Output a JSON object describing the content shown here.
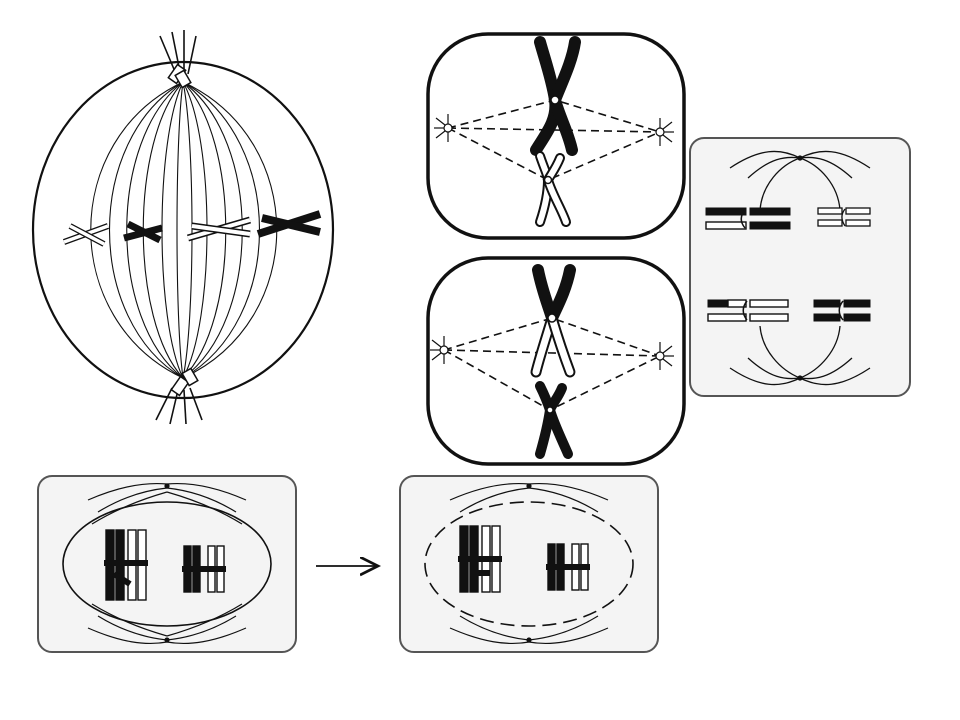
{
  "figure": {
    "panels": [
      {
        "id": "metaphase-spindle",
        "chromosome_count": 4
      },
      {
        "id": "metaphase-cell-a",
        "chromosome_count": 2
      },
      {
        "id": "metaphase-cell-b",
        "chromosome_count": 2
      },
      {
        "id": "anaphase-box",
        "chromosome_count": 4
      },
      {
        "id": "prophase-box-1",
        "chromosome_count": 4
      },
      {
        "id": "prophase-box-2",
        "chromosome_count": 4
      }
    ],
    "colors": {
      "ink": "#111111",
      "paper": "#ffffff",
      "box_fill": "#f4f4f4",
      "box_stroke": "#555555"
    },
    "arrow": {
      "direction": "right"
    }
  }
}
